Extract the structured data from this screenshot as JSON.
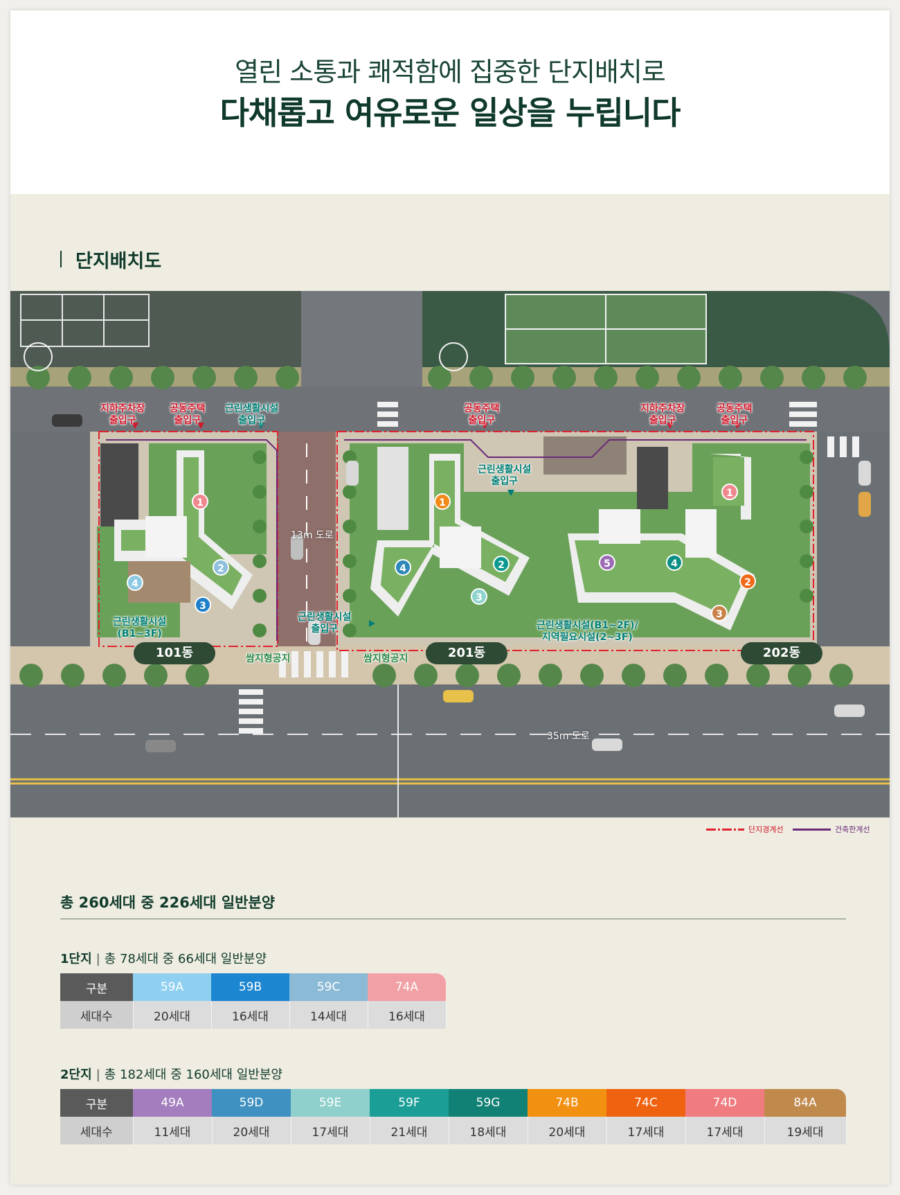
{
  "hero": {
    "line1": "열린 소통과 쾌적함에 집중한 단지배치로",
    "line2": "다채롭고 여유로운 일상을 누립니다"
  },
  "section_title": "단지배치도",
  "map": {
    "labels": {
      "parking_entry_1": "지하주차장\n출입구",
      "apt_entry_1": "공동주택\n출입구",
      "commercial_entry_1": "근린생활시설\n출입구",
      "apt_entry_2": "공동주택\n출입구",
      "commercial_entry_2": "근린생활시설\n출입구",
      "parking_entry_2": "지하주차장\n출입구",
      "apt_entry_3": "공동주택\n출입구",
      "commercial_entry_3": "근린생활시설\n출입구",
      "commercial_101": "근린생활시설\n(B1~3F)",
      "commercial_201": "근린생활시설(B1~2F)/\n지역필요시설(2~3F)",
      "pocket_park_1": "쌈지형공지",
      "pocket_park_2": "쌈지형공지"
    },
    "roads": {
      "road_13m": "13m 도로",
      "road_35m": "35m 도로"
    },
    "dongs": {
      "d101": "101동",
      "d201": "201동",
      "d202": "202동"
    },
    "numbers": [
      "1",
      "2",
      "3",
      "4",
      "1",
      "2",
      "3",
      "4",
      "1",
      "2",
      "3",
      "4",
      "5"
    ],
    "colors": {
      "c1_1": "#f0888f",
      "c1_2": "#8ebfdc",
      "c1_3": "#1f7fca",
      "c1_4": "#8cc9e3",
      "c2_1": "#f28a1a",
      "c2_2": "#0a998f",
      "c2_3": "#8fd3cf",
      "c2_4": "#2e88b8",
      "c3_1": "#f0888f",
      "c3_2": "#f06a1a",
      "c3_3": "#c9834a",
      "c3_4": "#0a8f85",
      "c3_5": "#9b6bb5"
    }
  },
  "legend": {
    "boundary": "단지경계선",
    "building_limit": "건축한계선"
  },
  "summary": {
    "total": "총 260세대 중 226세대 일반분양"
  },
  "complex1": {
    "name": "1단지",
    "desc": "총 78세대 중 66세대 일반분양",
    "header_label": "구분",
    "row_label": "세대수",
    "types": [
      "59A",
      "59B",
      "59C",
      "74A"
    ],
    "colors": [
      "#8fd0f1",
      "#1d86d1",
      "#8bbad6",
      "#f1a1a5"
    ],
    "counts": [
      "20세대",
      "16세대",
      "14세대",
      "16세대"
    ]
  },
  "complex2": {
    "name": "2단지",
    "desc": "총 182세대 중 160세대 일반분양",
    "header_label": "구분",
    "row_label": "세대수",
    "types": [
      "49A",
      "59D",
      "59E",
      "59F",
      "59G",
      "74B",
      "74C",
      "74D",
      "84A"
    ],
    "colors": [
      "#a37dbd",
      "#3f91c1",
      "#8fd0cc",
      "#1a9e96",
      "#128175",
      "#f29012",
      "#ef620f",
      "#f07c80",
      "#c08a4d"
    ],
    "counts": [
      "11세대",
      "20세대",
      "17세대",
      "21세대",
      "18세대",
      "20세대",
      "17세대",
      "17세대",
      "19세대"
    ]
  }
}
